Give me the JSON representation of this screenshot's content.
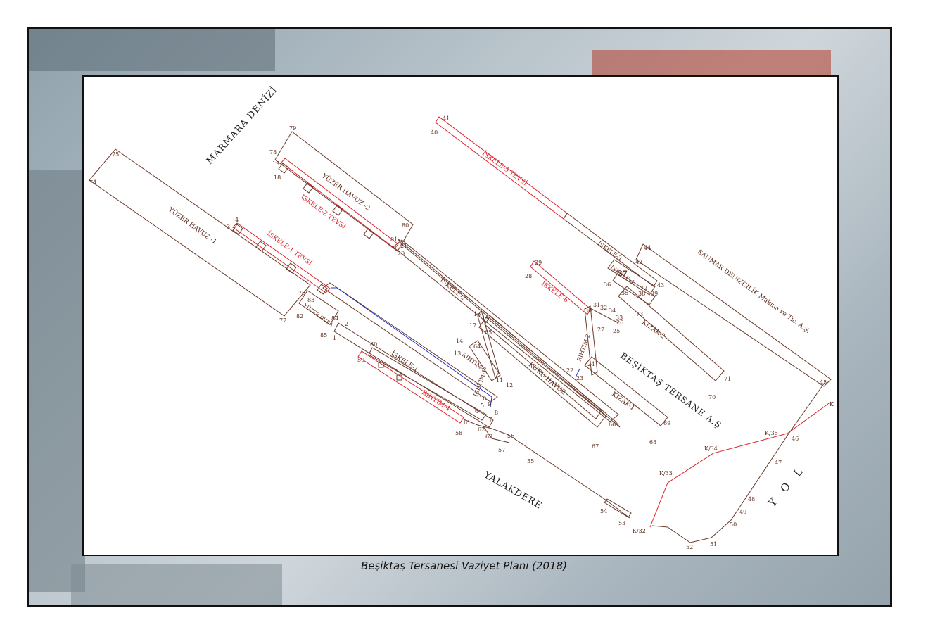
{
  "caption": "Beşiktaş Tersanesi Vaziyet Planı (2018)",
  "region_labels": {
    "sea": "MARMARA DENİZİ",
    "district": "YALAKDERE",
    "road": "Y O L",
    "company": "BEŞİKTAŞ TERSANE A.Ş.",
    "neighbor": "SANMAR DENİZCİLİK Makina ve Tic. A.Ş."
  },
  "structure_labels": {
    "yuzer_havuz_1": "YÜZER HAVUZ -1",
    "yuzer_havuz_2": "YÜZER HAVUZ -2",
    "yuzer_dubasi": "YÜZER DUBA",
    "kuru_havuz": "KURU HAVUZ",
    "iskele_1": "İSKELE-1",
    "iskele_2": "İSKELE-2",
    "iskele_3": "İSKELE-3",
    "iskele_4": "İSKELE-4",
    "rihtim_1": "RIHTIM-1",
    "rihtim_3": "RIHTIM-3",
    "rihtim_2": "RIHTIM-2",
    "kizak_1": "KIZAK-1",
    "kizak_2": "KIZAK-2"
  },
  "red_labels": {
    "iskele_1_tevsi": "İSKELE-1 TEVSİ",
    "iskele_2_tevsi": "İSKELE-2 TEVSİ",
    "iskele_5_tevsi": "İSKELE-5 TEVSİ",
    "iskele_6": "İSKELE-6",
    "rihtim_4": "RIHTIM-4"
  },
  "points": {
    "p1": "1",
    "p2": "2",
    "p3": "3",
    "p4": "4",
    "p5": "5",
    "p6": "6",
    "p7": "7",
    "p8": "8",
    "p9": "9",
    "p10": "10",
    "p11": "11",
    "p12": "12",
    "p13": "13",
    "p14": "14",
    "p15": "15",
    "p16": "16",
    "p17": "17",
    "p18": "18",
    "p19": "19",
    "p20": "20",
    "p21": "21",
    "p22": "22",
    "p23": "23",
    "p24": "24",
    "p25": "25",
    "p26": "26",
    "p27": "27",
    "p28": "28",
    "p29": "29",
    "p30": "30",
    "p31": "31",
    "p32": "32",
    "p33": "33",
    "p34": "34",
    "p35": "35",
    "p36": "36",
    "p37": "37",
    "p38": "38",
    "p39": "39",
    "p40": "40",
    "p41": "41",
    "p42": "42",
    "p43": "43",
    "p44": "44",
    "p45": "45",
    "p46": "46",
    "p47": "47",
    "p48": "48",
    "p49": "49",
    "p50": "50",
    "p51": "51",
    "p52": "52",
    "p53": "53",
    "p54": "54",
    "p55": "55",
    "p56": "56",
    "p57": "57",
    "p58": "58",
    "p59": "59",
    "p60": "60",
    "p61": "61",
    "p62": "62",
    "p63": "63",
    "p64": "64",
    "p65": "65",
    "p66": "66",
    "p67": "67",
    "p68": "68",
    "p69": "69",
    "p70": "70",
    "p71": "71",
    "p72": "72",
    "p73": "73",
    "p74": "74",
    "p75": "75",
    "p76": "76",
    "p77": "77",
    "p78": "78",
    "p79": "79",
    "p80": "80",
    "p81": "81",
    "p82": "82",
    "p83": "83",
    "p84": "84",
    "p85": "85",
    "k32": "K/32",
    "k33": "K/33",
    "k34": "K/34",
    "k35": "K/35",
    "k36": "K"
  }
}
